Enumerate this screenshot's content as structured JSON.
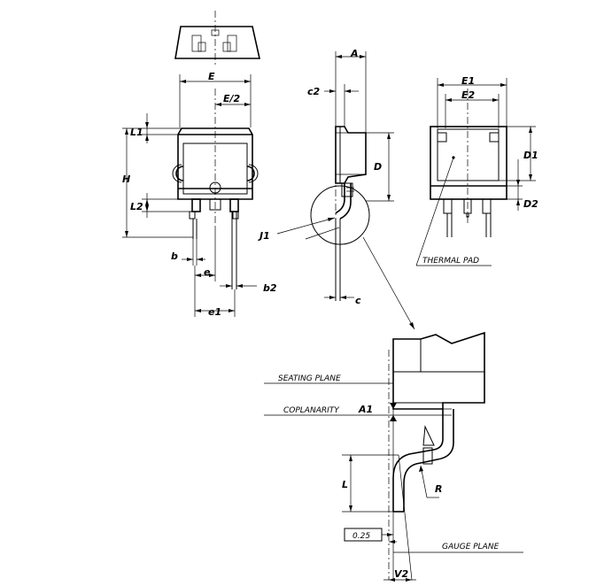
{
  "labels": {
    "A": "A",
    "E": "E",
    "E_half": "E/2",
    "c2": "c2",
    "E1": "E1",
    "E2": "E2",
    "L1": "L1",
    "D": "D",
    "D1": "D1",
    "H": "H",
    "L2": "L2",
    "D2": "D2",
    "J1": "J1",
    "b": "b",
    "e": "e",
    "b2": "b2",
    "c": "c",
    "e1": "e1",
    "thermal_pad": "THERMAL PAD",
    "seating_plane": "SEATING PLANE",
    "coplanarity": "COPLANARITY",
    "A1": "A1",
    "L": "L",
    "R": "R",
    "gauge_value": "0.25",
    "gauge_plane": "GAUGE PLANE",
    "V2": "V2"
  }
}
